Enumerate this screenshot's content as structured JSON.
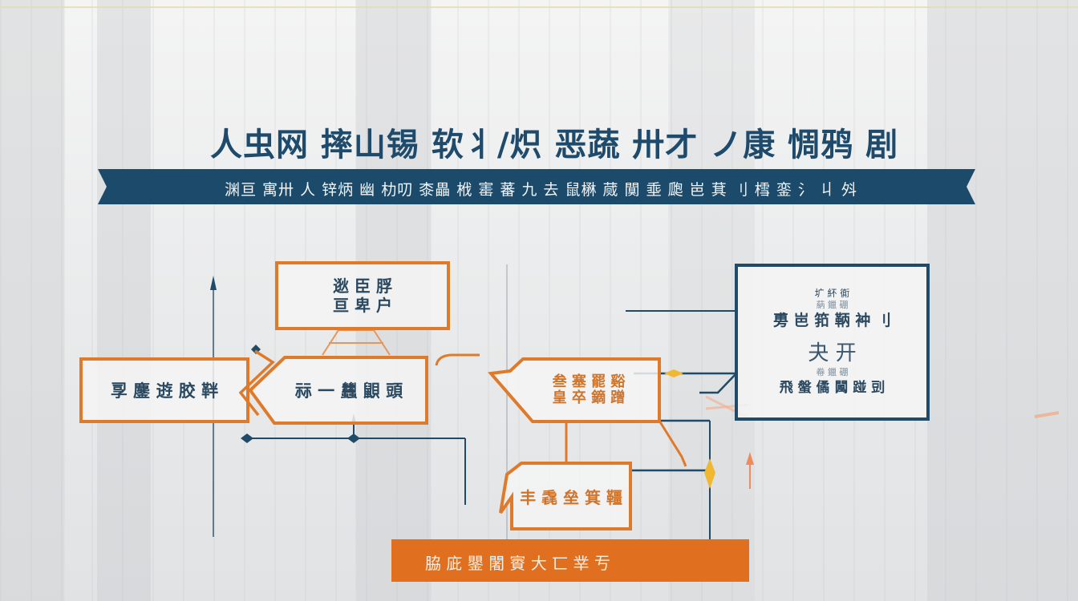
{
  "diagram": {
    "title": "人虫网 摔山锡 软丬/炽 恶蔬 卅才 ノ康 惆鸦 剧",
    "subtitle_banner": "渊亘 寓卅 人 锌炳 幽 朸叨    桼畾 栰 寚 蕃 九 去  鼠楙 蒇 闃 埀 瓟 岜 萁 刂 樰 銮 氵 丩 斘",
    "note": "Glyphs are AI-generated pseudo-CJK characters and are not legible; strings are visual approximations.",
    "colors": {
      "navy": "#1f4a68",
      "orange": "#e07a2b",
      "footer_orange": "#e0701f",
      "gold": "#f0b830",
      "background": "#ebecec"
    },
    "nodes": [
      {
        "id": "top-center",
        "lines": [
          "逖 臣 脬",
          "亘 卑 户"
        ],
        "style": "orange-border"
      },
      {
        "id": "left",
        "lines": [
          "孠 鏖 逰 㬵 靽"
        ],
        "style": "orange-border"
      },
      {
        "id": "center",
        "lines": [
          "祘 一 蠿 鼰 頭"
        ],
        "style": "orange-border-chevron"
      },
      {
        "id": "right-middle",
        "lines": [
          "叁 塞 罷 谿",
          "皇 卒 鏑 蹭"
        ],
        "style": "orange-border-arrow",
        "text_color": "orange"
      },
      {
        "id": "bottom-middle",
        "lines": [
          "丰  毳 垒 箕 韁"
        ],
        "style": "orange-border",
        "text_color": "orange"
      },
      {
        "id": "right-panel",
        "lines": [
          "圹 紑 衠",
          "蒳 鑞 硼",
          "旉 岜 筘 鞆 衶 刂",
          "夬 开",
          "帣 鑞 硼",
          "飛 螌 僪 闏 踫 剅"
        ],
        "style": "navy-border"
      }
    ],
    "footer": {
      "label": "脇 庛 鑍 闍 賨 大 匸 丵 亐"
    }
  }
}
